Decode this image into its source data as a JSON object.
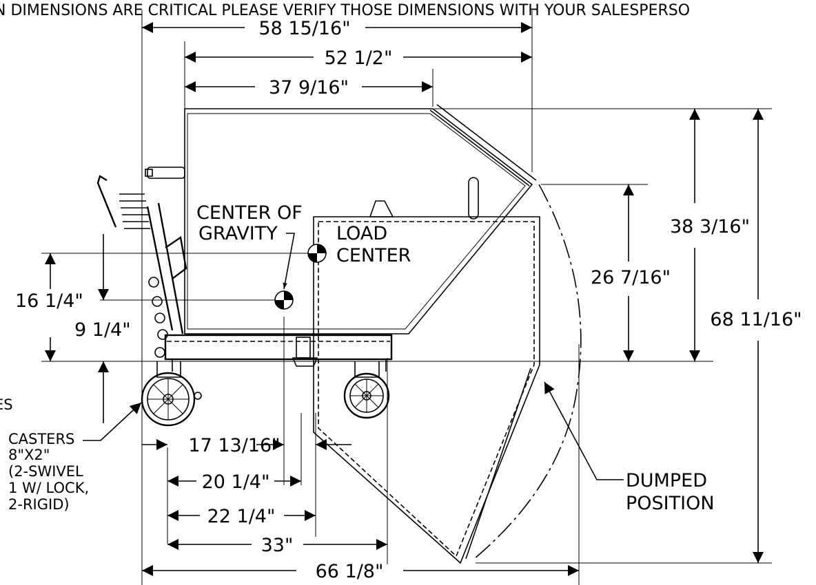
{
  "header_note": "N DIMENSIONS ARE CRITICAL PLEASE VERIFY THOSE DIMENSIONS WITH YOUR SALESPERSO",
  "dimensions": {
    "top_overall": "58 15/16\"",
    "top_mid": "52 1/2\"",
    "top_short": "37 9/16\"",
    "right_height_upper": "38 3/16\"",
    "right_height_total": "68 11/16\"",
    "hopper_height": "26 7/16\"",
    "left_cog_height": "16 1/4\"",
    "left_load_height": "9 1/4\"",
    "bottom_cog": "17 13/16\"",
    "bottom_20": "20 1/4\"",
    "bottom_22": "22 1/4\"",
    "bottom_33": "33\"",
    "bottom_overall": "66 1/8\""
  },
  "callouts": {
    "cog_line1": "CENTER OF",
    "cog_line2": "GRAVITY",
    "load_line1": "LOAD",
    "load_line2": "CENTER",
    "dumped_line1": "DUMPED",
    "dumped_line2": "POSITION",
    "casters_line1": "CASTERS",
    "casters_line2": "8\"X2\"",
    "casters_line3": "(2-SWIVEL",
    "casters_line4": "1 W/ LOCK,",
    "casters_line5": "2-RIGID)",
    "cut_off_left": "ES"
  }
}
